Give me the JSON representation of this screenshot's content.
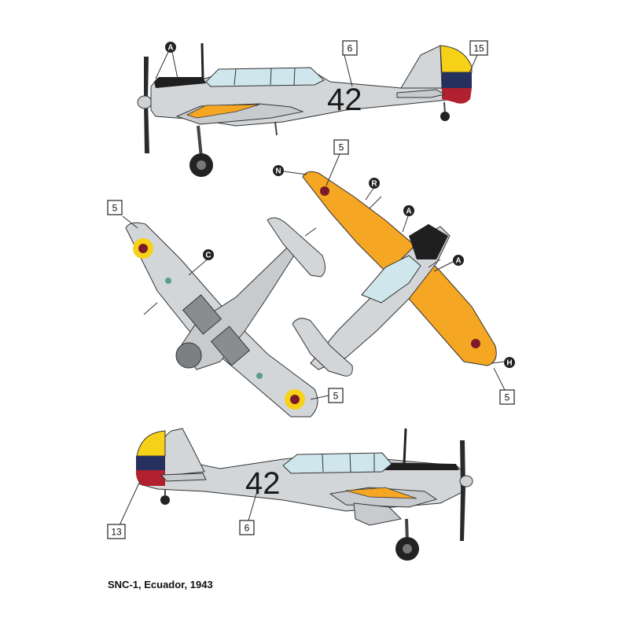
{
  "caption": "SNC-1, Ecuador, 1943",
  "fuselage_number": "42",
  "colors": {
    "aircraft_grey": "#d3d6d9",
    "outline": "#333333",
    "wing_yellow": "#f5a623",
    "flag_yellow": "#f7d117",
    "flag_blue": "#26305e",
    "flag_red": "#b0202e",
    "roundel_red": "#7a1a2a",
    "roundel_yellow": "#f7d117",
    "canopy": "#cfe6ec",
    "anti_glare": "#1f1f1f"
  },
  "callouts": {
    "box_6_top": "6",
    "box_15": "15",
    "box_5_top": "5",
    "box_5_left": "5",
    "box_5_bottom_mid": "5",
    "box_5_right": "5",
    "box_13": "13",
    "box_6_bottom": "6",
    "circle_a_top": "A",
    "circle_n": "N",
    "circle_r": "R",
    "circle_a_mid1": "A",
    "circle_a_mid2": "A",
    "circle_c": "C",
    "circle_h": "H"
  }
}
